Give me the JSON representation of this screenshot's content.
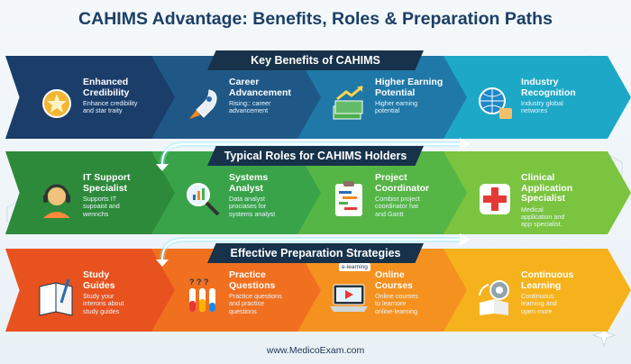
{
  "page_title": "CAHIMS Advantage: Benefits, Roles & Preparation Paths",
  "footer": "www.MedicoExam.com",
  "colors": {
    "title": "#1b3f66",
    "band_title_bg": "#17324a",
    "benefits": [
      "#1a3d6a",
      "#1f5887",
      "#1f78a8",
      "#1ea8c8"
    ],
    "roles": [
      "#2d8a3a",
      "#39a34a",
      "#55b545",
      "#7ac43f"
    ],
    "prep": [
      "#e8521e",
      "#f0701f",
      "#f5921f",
      "#f6b21c"
    ],
    "arrow_glow": "#7ff0ff"
  },
  "sections": [
    {
      "title": "Key Benefits of CAHIMS",
      "items": [
        {
          "icon": "medal-icon",
          "name": [
            "Enhanced",
            "Credibility"
          ],
          "desc": [
            "Enhance credibility",
            "and star traity"
          ]
        },
        {
          "icon": "rocket-icon",
          "name": [
            "Career",
            "Advancement"
          ],
          "desc": [
            "Rising:: career",
            "advancement"
          ]
        },
        {
          "icon": "money-growth-icon",
          "name": [
            "Higher Earning",
            "Potential"
          ],
          "desc": [
            "Higher earning",
            "potential"
          ]
        },
        {
          "icon": "globe-thumbs-up-icon",
          "name": [
            "Industry",
            "Recognition"
          ],
          "desc": [
            "Industry global",
            "networes"
          ]
        }
      ]
    },
    {
      "title": "Typical Roles for CAHIMS Holders",
      "items": [
        {
          "icon": "headset-agent-icon",
          "name": [
            "IT Support",
            "Specialist"
          ],
          "desc": [
            "Supports IT",
            "supoaist and",
            "wennchs"
          ]
        },
        {
          "icon": "magnifier-chart-icon",
          "name": [
            "Systems",
            "Analyst"
          ],
          "desc": [
            "Data analyst",
            "prociases for",
            "systems analyst"
          ]
        },
        {
          "icon": "clipboard-gantt-icon",
          "name": [
            "Project",
            "Coordinator"
          ],
          "desc": [
            "Combist project",
            "coordinator hat",
            "and Gantt"
          ]
        },
        {
          "icon": "medical-app-icon",
          "name": [
            "Clinical",
            "Application",
            "Specialist"
          ],
          "desc": [
            "Medical",
            "application and",
            "app specialist."
          ]
        }
      ]
    },
    {
      "title": "Effective Preparation Strategies",
      "items": [
        {
          "icon": "book-pen-icon",
          "name": [
            "Study",
            "Guides"
          ],
          "desc": [
            "Study your",
            "interons about",
            "study guides"
          ]
        },
        {
          "icon": "test-tubes-icon",
          "name": [
            "Practice",
            "Questions"
          ],
          "desc": [
            "Practice questions",
            "and practice",
            "questions"
          ]
        },
        {
          "icon": "laptop-video-icon",
          "name": [
            "Online",
            "Courses"
          ],
          "desc": [
            "Online courses",
            "to learnore",
            "online-learning"
          ],
          "badge": "e-learning"
        },
        {
          "icon": "gears-book-icon",
          "name": [
            "Continuous",
            "Learning"
          ],
          "desc": [
            "Continuous",
            "learning and",
            "open more"
          ]
        }
      ]
    }
  ]
}
